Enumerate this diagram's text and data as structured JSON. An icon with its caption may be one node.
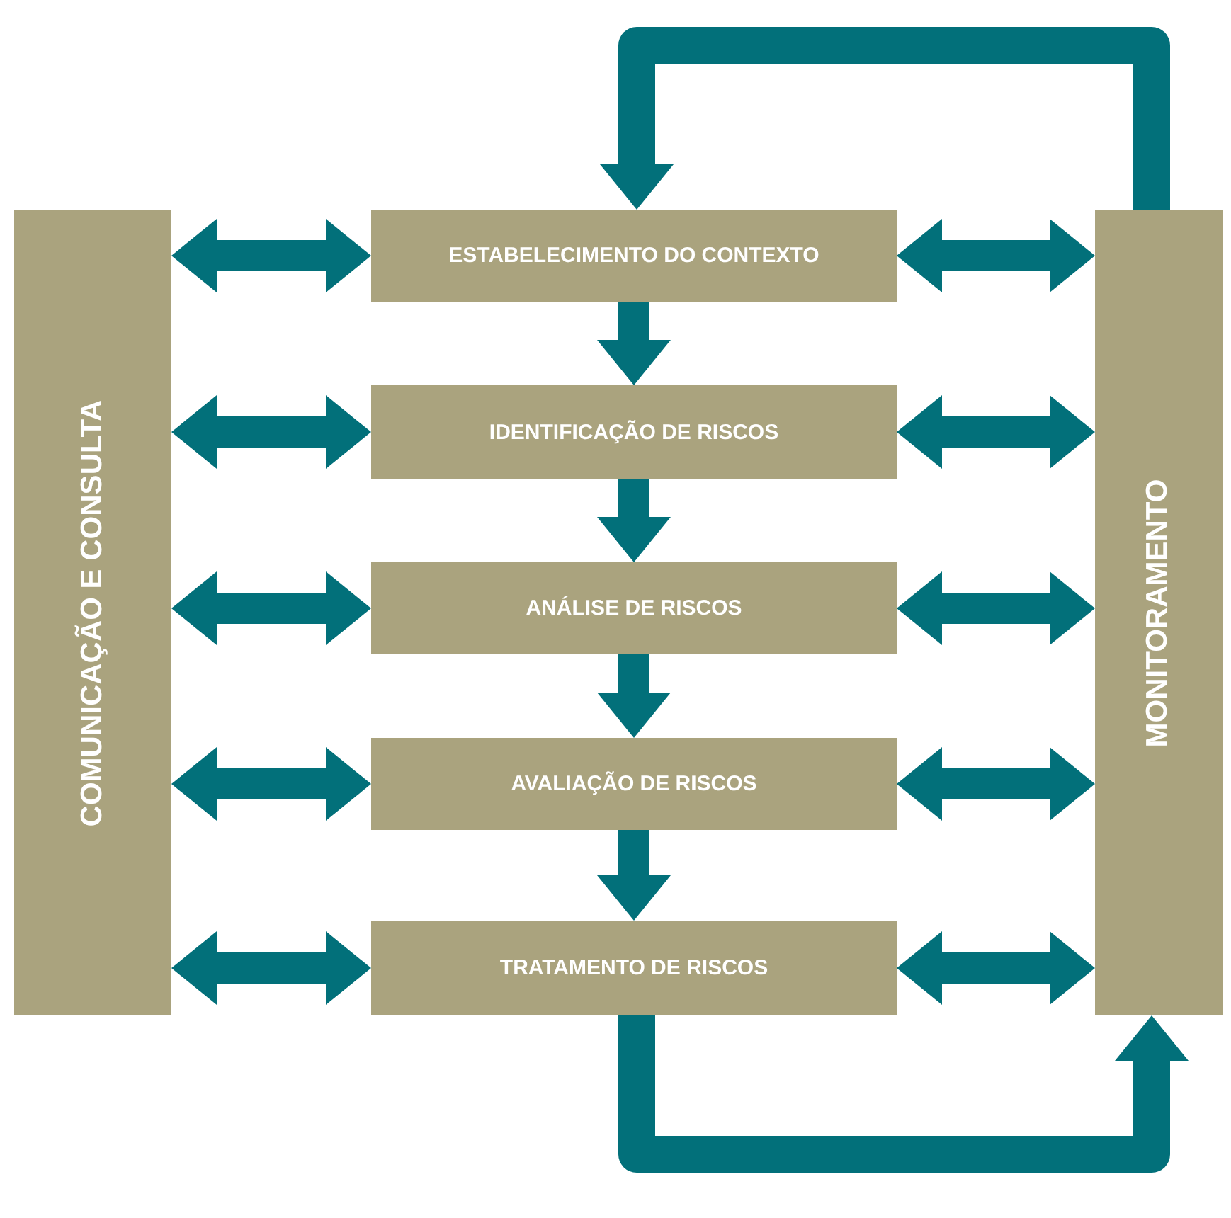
{
  "diagram": {
    "nodes": [
      {
        "text": [
          "COMUNICAÇÃO E CONSULTA"
        ]
      },
      {
        "text": [
          "ESTABELECIMENTO DO CONTEXTO"
        ]
      },
      {
        "text": [
          "IDENTIFICAÇÃO DE RISCOS"
        ]
      },
      {
        "text": [
          "ANÁLISE DE RISCOS"
        ]
      },
      {
        "text": [
          "AVALIAÇÃO DE RISCOS"
        ]
      },
      {
        "text": [
          "TRATAMENTO DE RISCOS"
        ]
      },
      {
        "text": [
          "MONITORAMENTO"
        ]
      }
    ],
    "edges": [
      {
        "from": 0,
        "to": 1,
        "arrow": "both"
      },
      {
        "from": 0,
        "to": 2,
        "arrow": "both"
      },
      {
        "from": 0,
        "to": 3,
        "arrow": "both"
      },
      {
        "from": 0,
        "to": 4,
        "arrow": "both"
      },
      {
        "from": 0,
        "to": 5,
        "arrow": "both"
      },
      {
        "from": 1,
        "to": 6,
        "arrow": "both"
      },
      {
        "from": 2,
        "to": 6,
        "arrow": "both"
      },
      {
        "from": 3,
        "to": 6,
        "arrow": "both"
      },
      {
        "from": 4,
        "to": 6,
        "arrow": "both"
      },
      {
        "from": 5,
        "to": 6,
        "arrow": "both"
      },
      {
        "from": 1,
        "to": 2,
        "arrow": "to"
      },
      {
        "from": 2,
        "to": 3,
        "arrow": "to"
      },
      {
        "from": 3,
        "to": 4,
        "arrow": "to"
      },
      {
        "from": 4,
        "to": 5,
        "arrow": "to"
      },
      {
        "from": 6,
        "to": 1,
        "arrow": "to"
      },
      {
        "from": 5,
        "to": 6,
        "arrow": "to"
      }
    ]
  }
}
